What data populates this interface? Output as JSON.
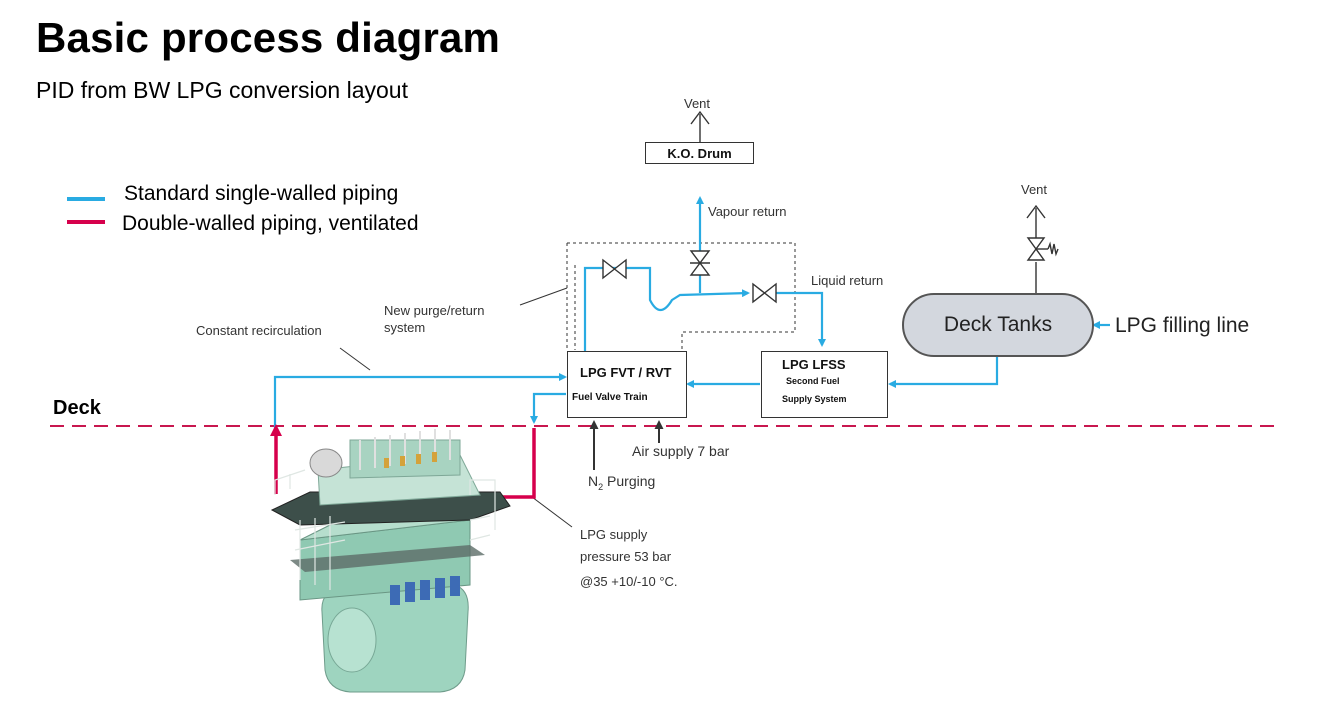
{
  "title": "Basic process diagram",
  "subtitle": "PID from BW LPG conversion layout",
  "legend": [
    {
      "label": "Standard single-walled piping",
      "color": "#29abe2"
    },
    {
      "label": "Double-walled piping, ventilated",
      "color": "#d6004c"
    }
  ],
  "colors": {
    "single_wall": "#29abe2",
    "double_wall": "#d6004c",
    "deck_line": "#c8174f"
  },
  "labels": {
    "deck": "Deck",
    "vent_top": "Vent",
    "ko_drum": "K.O. Drum",
    "vapour_return": "Vapour return",
    "vent_right": "Vent",
    "liquid_return": "Liquid return",
    "new_purge_line1": "New purge/return",
    "new_purge_line2": "system",
    "constant_recirc": "Constant recirculation",
    "fvt_title": "LPG FVT / RVT",
    "fvt_sub": "Fuel Valve Train",
    "lfss_title": "LPG LFSS",
    "lfss_sub1": "Second Fuel",
    "lfss_sub2": "Supply System",
    "deck_tanks": "Deck Tanks",
    "lpg_filling": "LPG filling line",
    "air_supply": "Air supply 7 bar",
    "n2_prefix": "N",
    "n2_sub": "2",
    "n2_suffix": " Purging",
    "lpg_supply_1": "LPG supply",
    "lpg_supply_2": "pressure 53 bar",
    "lpg_supply_3": "@35 +10/-10 °C."
  },
  "icons": [
    "gate-valve-icon",
    "relief-valve-icon",
    "arrow-icon",
    "engine-illustration"
  ]
}
